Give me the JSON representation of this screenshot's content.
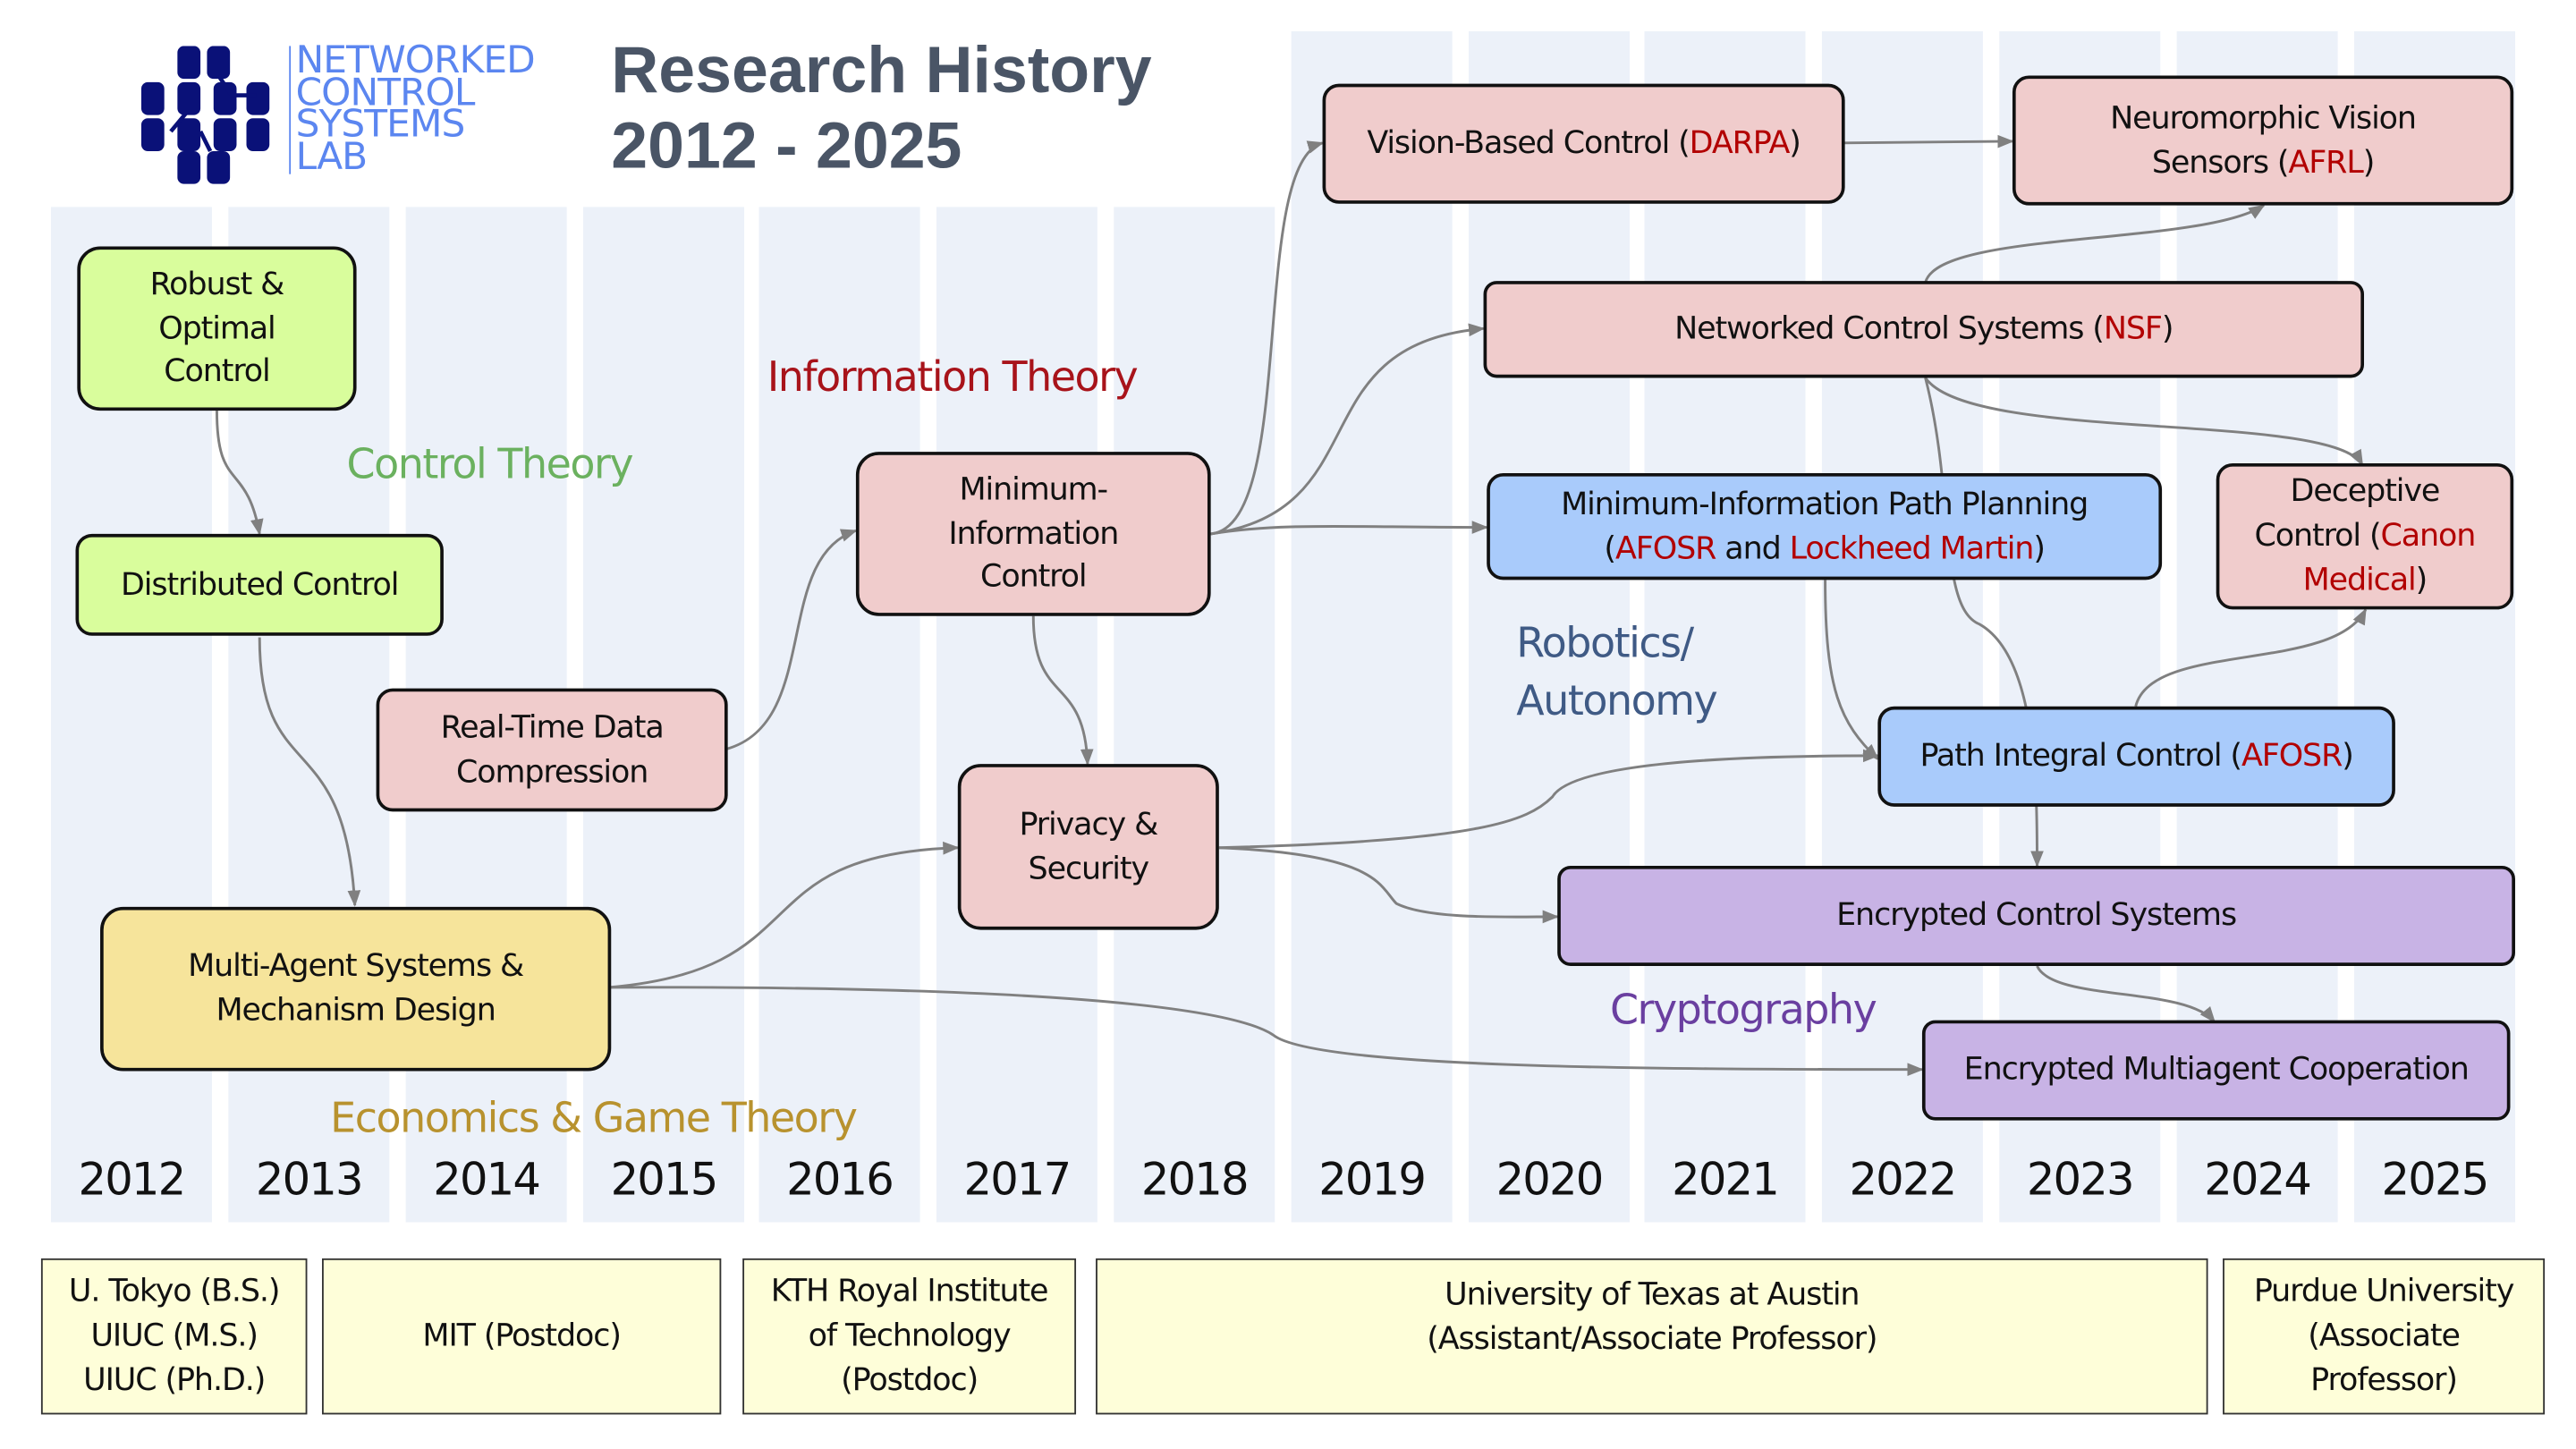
{
  "logo": {
    "lines": [
      "NETWORKED",
      "CONTROL",
      "SYSTEMS",
      "LAB"
    ],
    "icon": "circuit-grid-logo-icon",
    "color": "#0a1178",
    "text_color": "#5b86f0"
  },
  "title": {
    "line1": "Research History",
    "line2": "2012 - 2025"
  },
  "years": [
    "2012",
    "2013",
    "2014",
    "2015",
    "2016",
    "2017",
    "2018",
    "2019",
    "2020",
    "2021",
    "2022",
    "2023",
    "2024",
    "2025"
  ],
  "areas": {
    "control_theory": {
      "label": "Control Theory",
      "color": "#6bb15f"
    },
    "information_theory": {
      "label": "Information Theory",
      "color": "#a8131a"
    },
    "robotics": {
      "line1": "Robotics/",
      "line2": "Autonomy",
      "color": "#3f5a85"
    },
    "cryptography": {
      "label": "Cryptography",
      "color": "#6a3fa0"
    },
    "economics": {
      "label": "Economics & Game Theory",
      "color": "#b8922e"
    }
  },
  "nodes": {
    "robust": {
      "lines": [
        "Robust &",
        "Optimal",
        "Control"
      ],
      "color": "#d9fd9c"
    },
    "distributed": {
      "label": "Distributed Control",
      "color": "#d9fd9c"
    },
    "realtime": {
      "lines": [
        "Real-Time Data",
        "Compression"
      ],
      "color": "#f0cccc"
    },
    "multiagent": {
      "lines": [
        "Multi-Agent Systems &",
        "Mechanism Design"
      ],
      "color": "#f6e49b"
    },
    "mininfo": {
      "lines": [
        "Minimum-",
        "Information",
        "Control"
      ],
      "color": "#f0cccc"
    },
    "privacy": {
      "lines": [
        "Privacy &",
        "Security"
      ],
      "color": "#f0cccc"
    },
    "vision": {
      "label": "Vision-Based Control (",
      "sponsor": "DARPA",
      "close": ")",
      "color": "#f0cccc"
    },
    "neuromorphic": {
      "line1": "Neuromorphic  Vision",
      "line2_pre": "Sensors (",
      "sponsor": "AFRL",
      "close": ")",
      "color": "#f0cccc"
    },
    "ncs": {
      "label": "Networked Control Systems (",
      "sponsor": "NSF",
      "close": ")",
      "color": "#f0cccc"
    },
    "mipp": {
      "line1": "Minimum-Information Path Planning",
      "open": "(",
      "sponsor1": "AFOSR",
      "and": " and ",
      "sponsor2": "Lockheed Martin",
      "close": ")",
      "color": "#a9cbfb"
    },
    "deceptive": {
      "line1": "Deceptive",
      "line2_pre": "Control (",
      "sponsor_a": "Canon",
      "sponsor_b": "Medical",
      "close": ")",
      "color": "#f0cccc"
    },
    "pathint": {
      "label": "Path Integral Control (",
      "sponsor": "AFOSR",
      "close": ")",
      "color": "#a9cbfb"
    },
    "encrypted": {
      "label": "Encrypted Control Systems",
      "color": "#c8b3e5"
    },
    "encmulti": {
      "label": "Encrypted Multiagent Cooperation",
      "color": "#c8b3e5"
    }
  },
  "institutions": [
    {
      "lines": [
        "U. Tokyo (B.S.)",
        "UIUC (M.S.)",
        "UIUC (Ph.D.)"
      ]
    },
    {
      "lines": [
        "MIT (Postdoc)"
      ]
    },
    {
      "lines": [
        "KTH Royal Institute",
        "of Technology",
        "(Postdoc)"
      ]
    },
    {
      "lines": [
        "University of Texas at Austin",
        "(Assistant/Associate Professor)"
      ]
    },
    {
      "lines": [
        "Purdue University",
        "(Associate",
        "Professor)"
      ]
    }
  ],
  "colors": {
    "band": "#ecf1f9",
    "sponsor_red": "#b20000",
    "edge": "#808080",
    "institution_bg": "#fefed9"
  }
}
